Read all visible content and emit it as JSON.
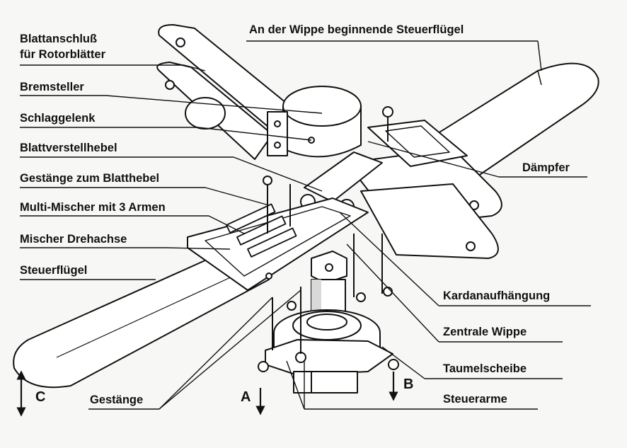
{
  "labels": {
    "blattanschluss_line1": "Blattanschluß",
    "blattanschluss_line2": "für Rotorblätter",
    "steuerfluegel_top": "An der Wippe beginnende Steuerflügel",
    "bremsteller": "Bremsteller",
    "schlaggelenk": "Schlaggelenk",
    "blattverstellhebel": "Blattverstellhebel",
    "gestaenge_blatthebel": "Gestänge zum Blatthebel",
    "multi_mischer": "Multi-Mischer mit 3 Armen",
    "mischer_drehachse": "Mischer Drehachse",
    "steuerfluegel": "Steuerflügel",
    "daempfer": "Dämpfer",
    "kardanaufhaengung": "Kardanaufhängung",
    "zentrale_wippe": "Zentrale Wippe",
    "taumelscheibe": "Taumelscheibe",
    "steuerarme": "Steuerarme",
    "gestaenge": "Gestänge",
    "axis_a": "A",
    "axis_b": "B",
    "axis_c": "C"
  },
  "colors": {
    "ink": "#111111",
    "paper": "#f7f7f5",
    "part_fill": "#ffffff",
    "shade": "#d9d9d9"
  }
}
